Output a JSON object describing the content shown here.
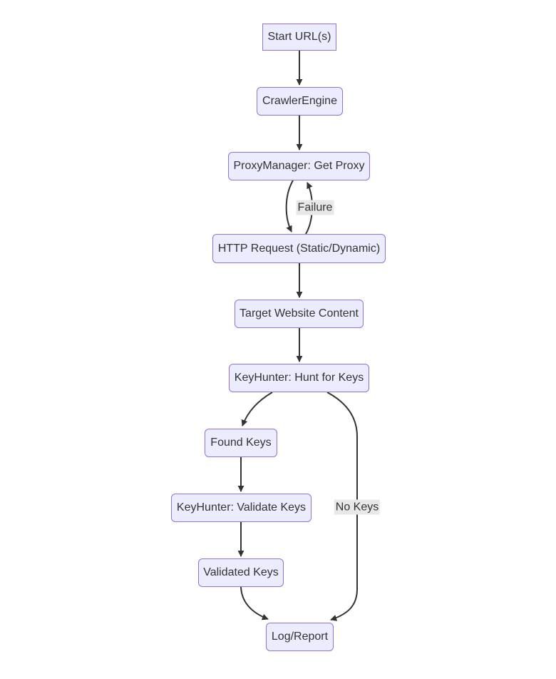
{
  "diagram": {
    "type": "flowchart",
    "direction": "top-down",
    "background": "#ffffff"
  },
  "colors": {
    "node_fill": "#ECECFF",
    "node_border": "#9370DB",
    "node_text": "#333333",
    "edge_stroke": "#333333",
    "edge_label_background": "#e8e8e8"
  },
  "nodes": [
    {
      "id": "start",
      "label": "Start URL(s)",
      "shape": "rectangle"
    },
    {
      "id": "crawler",
      "label": "CrawlerEngine",
      "shape": "rounded"
    },
    {
      "id": "proxy",
      "label": "ProxyManager: Get Proxy",
      "shape": "rounded"
    },
    {
      "id": "http",
      "label": "HTTP Request (Static/Dynamic)",
      "shape": "rounded"
    },
    {
      "id": "target",
      "label": "Target Website Content",
      "shape": "rounded"
    },
    {
      "id": "hunt",
      "label": "KeyHunter: Hunt for Keys",
      "shape": "rounded"
    },
    {
      "id": "found",
      "label": "Found Keys",
      "shape": "rounded"
    },
    {
      "id": "validate",
      "label": "KeyHunter: Validate Keys",
      "shape": "rounded"
    },
    {
      "id": "validated",
      "label": "Validated Keys",
      "shape": "rounded"
    },
    {
      "id": "log",
      "label": "Log/Report",
      "shape": "rounded"
    }
  ],
  "edges": [
    {
      "from": "start",
      "to": "crawler",
      "label": ""
    },
    {
      "from": "crawler",
      "to": "proxy",
      "label": ""
    },
    {
      "from": "proxy",
      "to": "http",
      "label": ""
    },
    {
      "from": "http",
      "to": "proxy",
      "label": "Failure"
    },
    {
      "from": "http",
      "to": "target",
      "label": ""
    },
    {
      "from": "target",
      "to": "hunt",
      "label": ""
    },
    {
      "from": "hunt",
      "to": "found",
      "label": ""
    },
    {
      "from": "hunt",
      "to": "log",
      "label": "No Keys"
    },
    {
      "from": "found",
      "to": "validate",
      "label": ""
    },
    {
      "from": "validate",
      "to": "validated",
      "label": ""
    },
    {
      "from": "validated",
      "to": "log",
      "label": ""
    }
  ],
  "edge_labels": {
    "failure": "Failure",
    "no_keys": "No Keys"
  }
}
